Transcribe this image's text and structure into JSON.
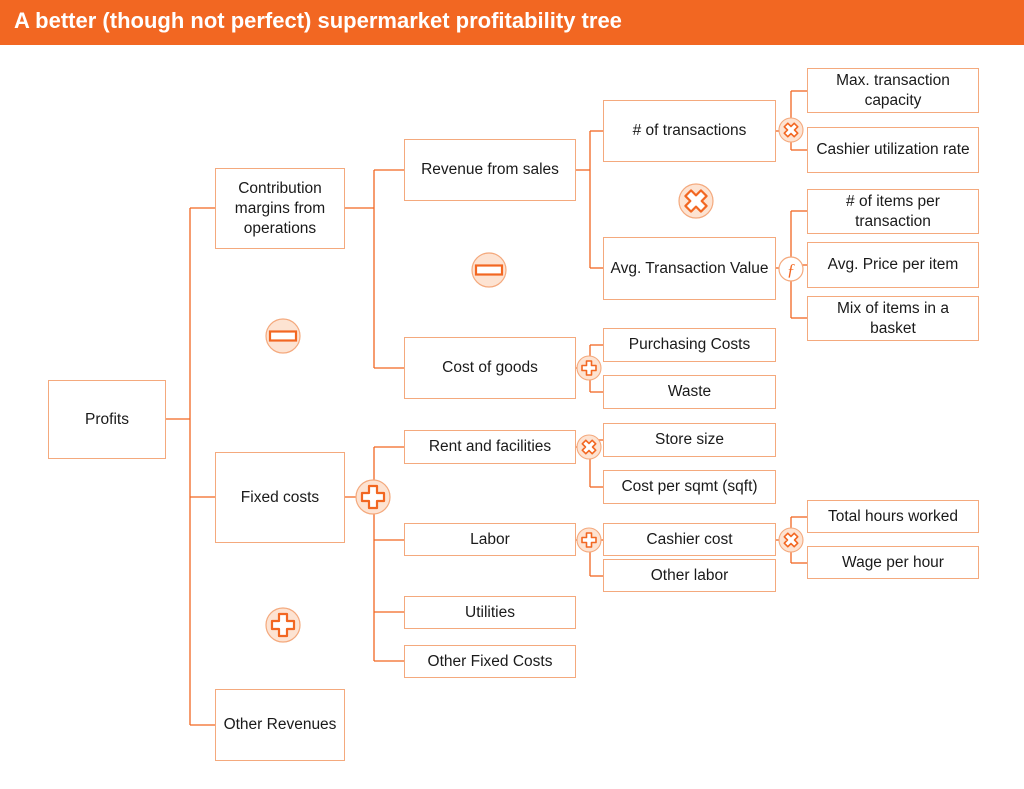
{
  "title": "A better (though not perfect) supermarket profitability tree",
  "colors": {
    "accent": "#f26722",
    "box_border": "#f4a97d",
    "operator_fill": "#fde3d2"
  },
  "nodes": {
    "profits": "Profits",
    "contribution_margins": "Contribution margins from operations",
    "fixed_costs": "Fixed costs",
    "other_revenues": "Other Revenues",
    "revenue_from_sales": "Revenue from sales",
    "cost_of_goods": "Cost of goods",
    "rent_and_facilities": "Rent and facilities",
    "labor": "Labor",
    "utilities": "Utilities",
    "other_fixed_costs": "Other Fixed Costs",
    "num_transactions": "# of transactions",
    "avg_transaction_value": "Avg. Transaction Value",
    "purchasing_costs": "Purchasing Costs",
    "waste": "Waste",
    "store_size": "Store size",
    "cost_per_sqmt": "Cost per sqmt (sqft)",
    "cashier_cost": "Cashier cost",
    "other_labor": "Other labor",
    "max_transaction_capacity": "Max. transaction capacity",
    "cashier_utilization_rate": "Cashier utilization rate",
    "items_per_transaction": "# of items per transaction",
    "avg_price_per_item": "Avg. Price per item",
    "mix_of_items": "Mix of items in a basket",
    "total_hours_worked": "Total hours worked",
    "wage_per_hour": "Wage per hour"
  },
  "operators": {
    "level1_left": "minus-icon",
    "level1_bottom": "plus-icon",
    "revenue_minus_cogs": "minus-icon",
    "fixed_costs_sum": "plus-icon",
    "transactions_times_value": "multiply-icon",
    "capacity_times_utilization": "multiply-icon",
    "value_function": "function-icon",
    "cogs_sum": "plus-icon",
    "rent_product": "multiply-icon",
    "labor_sum": "plus-icon",
    "cashier_product": "multiply-icon"
  }
}
